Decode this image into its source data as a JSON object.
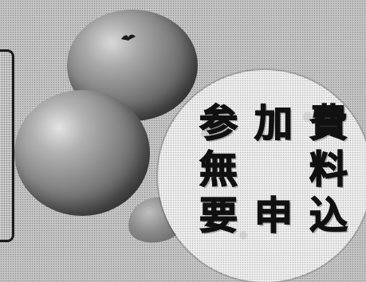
{
  "badge": {
    "row1": [
      "参",
      "加",
      "費"
    ],
    "row2": [
      "無",
      "料"
    ],
    "row3": [
      "要",
      "申",
      "込"
    ]
  },
  "colors": {
    "background": "#dcdcdc",
    "badge": "#efefef",
    "text": "#111111"
  }
}
